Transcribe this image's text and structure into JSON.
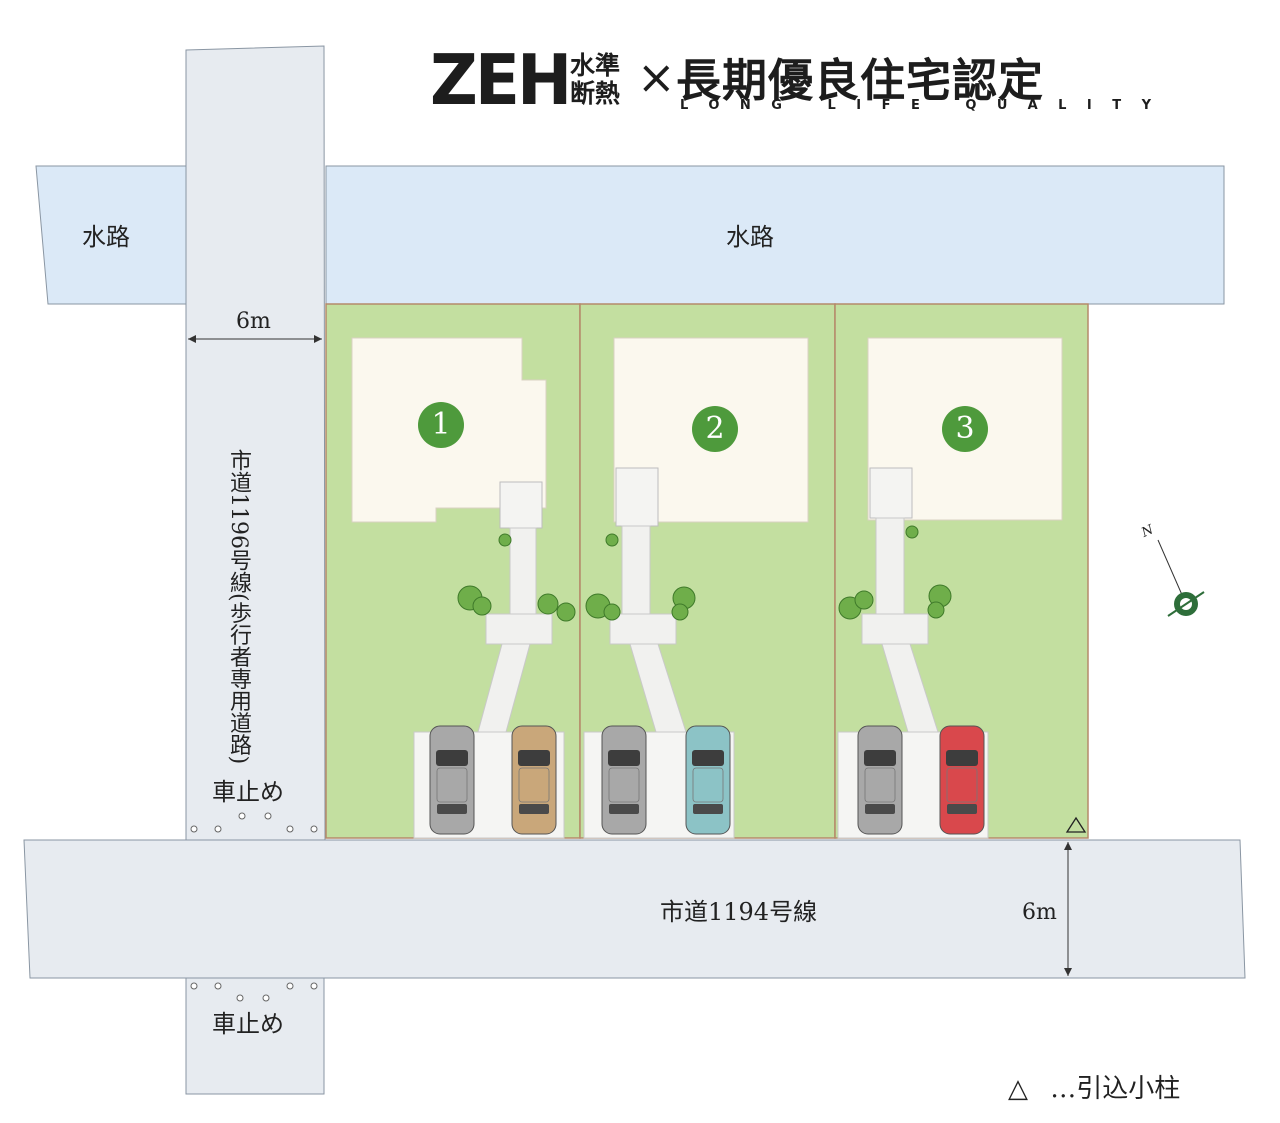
{
  "header": {
    "zeh": "ZEH",
    "zeh_sub": "水準断熱",
    "times": "×",
    "title": "長期優良住宅認定",
    "title_sub": "LONG LIFE QUALITY"
  },
  "waterway": {
    "left_label": "水路",
    "right_label": "水路"
  },
  "roads": {
    "pedestrian_road_label": "市道1196号線(歩行者専用道路)",
    "pedestrian_road_width": "6m",
    "main_road_label": "市道1194号線",
    "main_road_width": "6m",
    "bollard_top_label": "車止め",
    "bollard_bottom_label": "車止め"
  },
  "lots": [
    {
      "number": "1",
      "car_colors": [
        "#a8a8a8",
        "#c9a77a"
      ]
    },
    {
      "number": "2",
      "car_colors": [
        "#a8a8a8",
        "#8cc3c6"
      ]
    },
    {
      "number": "3",
      "car_colors": [
        "#a8a8a8",
        "#d9484c"
      ]
    }
  ],
  "compass": {
    "label": "N"
  },
  "legend": {
    "symbol": "△",
    "text": "…引込小柱"
  },
  "colors": {
    "water": "#dbe9f7",
    "road": "#e7ebf0",
    "lot": "#c3dfa0",
    "lot_number": "#4e9a3c"
  }
}
